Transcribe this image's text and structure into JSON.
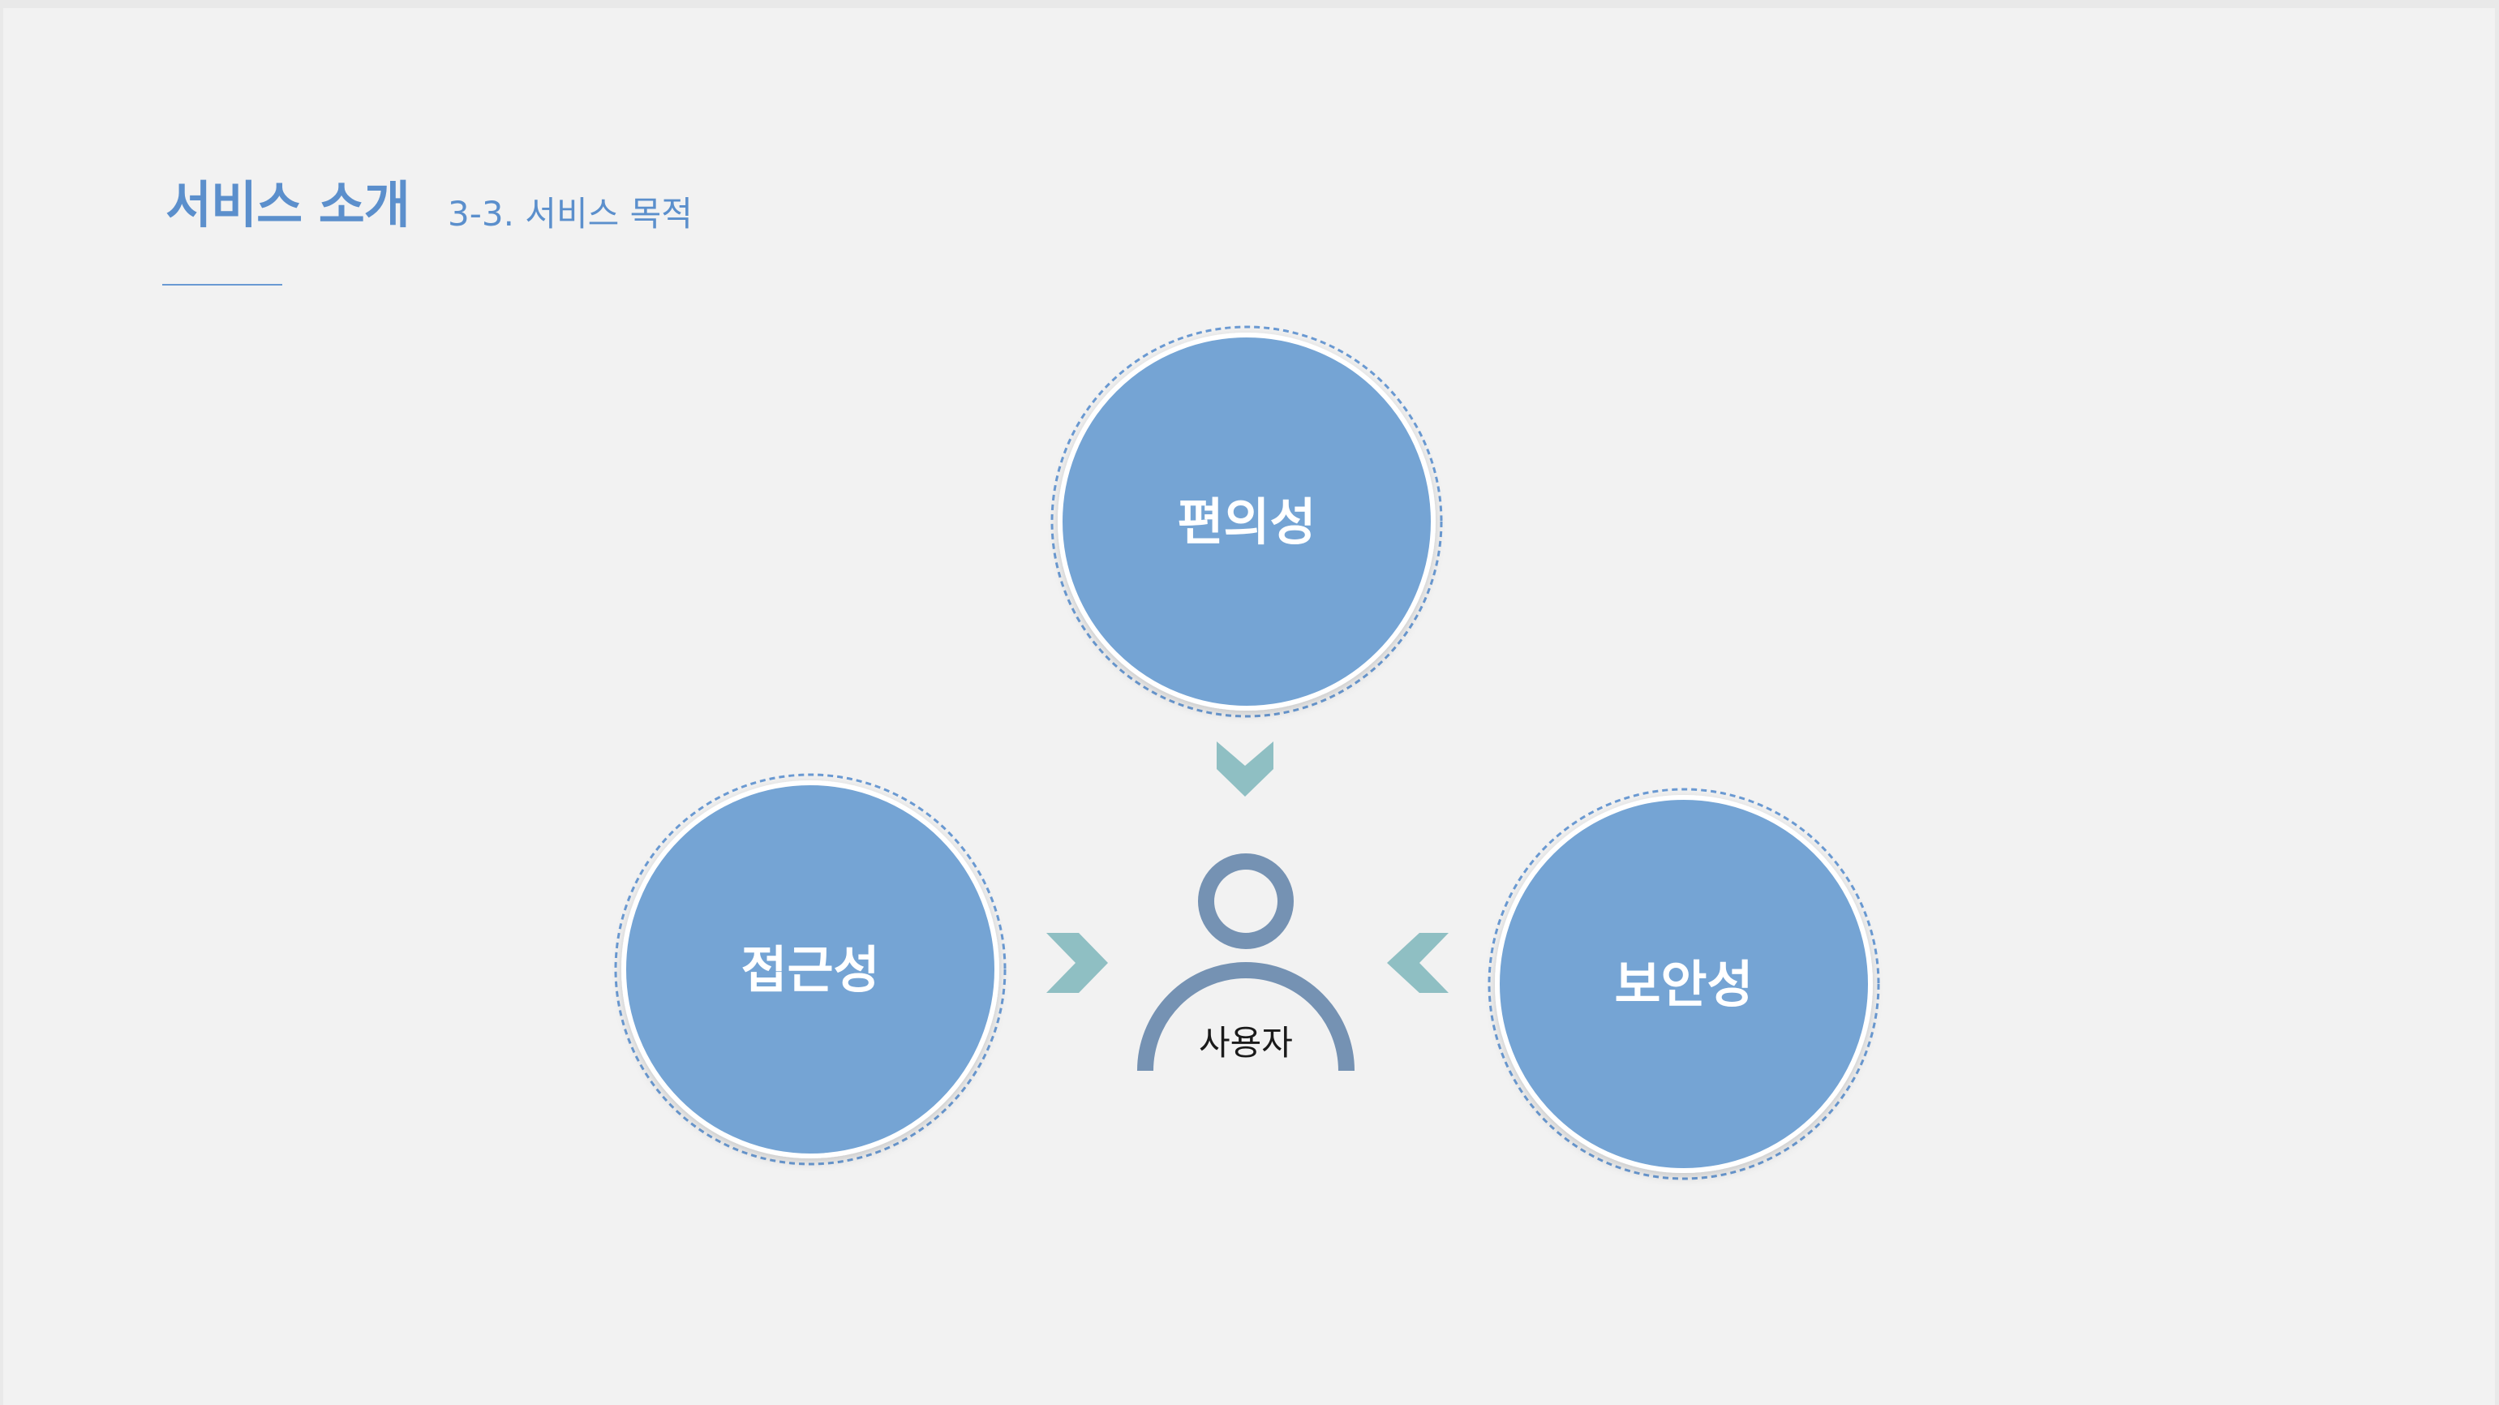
{
  "header": {
    "title": "서비스 소개",
    "subtitle": "3-3. 서비스 목적"
  },
  "diagram": {
    "top_circle": {
      "label": "편의성"
    },
    "left_circle": {
      "label": "접근성"
    },
    "right_circle": {
      "label": "보안성"
    },
    "center": {
      "label": "사용자",
      "icon": "user-icon"
    }
  },
  "colors": {
    "accent": "#5b8fcc",
    "circle_fill": "#74a4d4",
    "arrow": "#8fbfc3",
    "user_icon": "#7592b3",
    "background": "#f2f2f2"
  }
}
